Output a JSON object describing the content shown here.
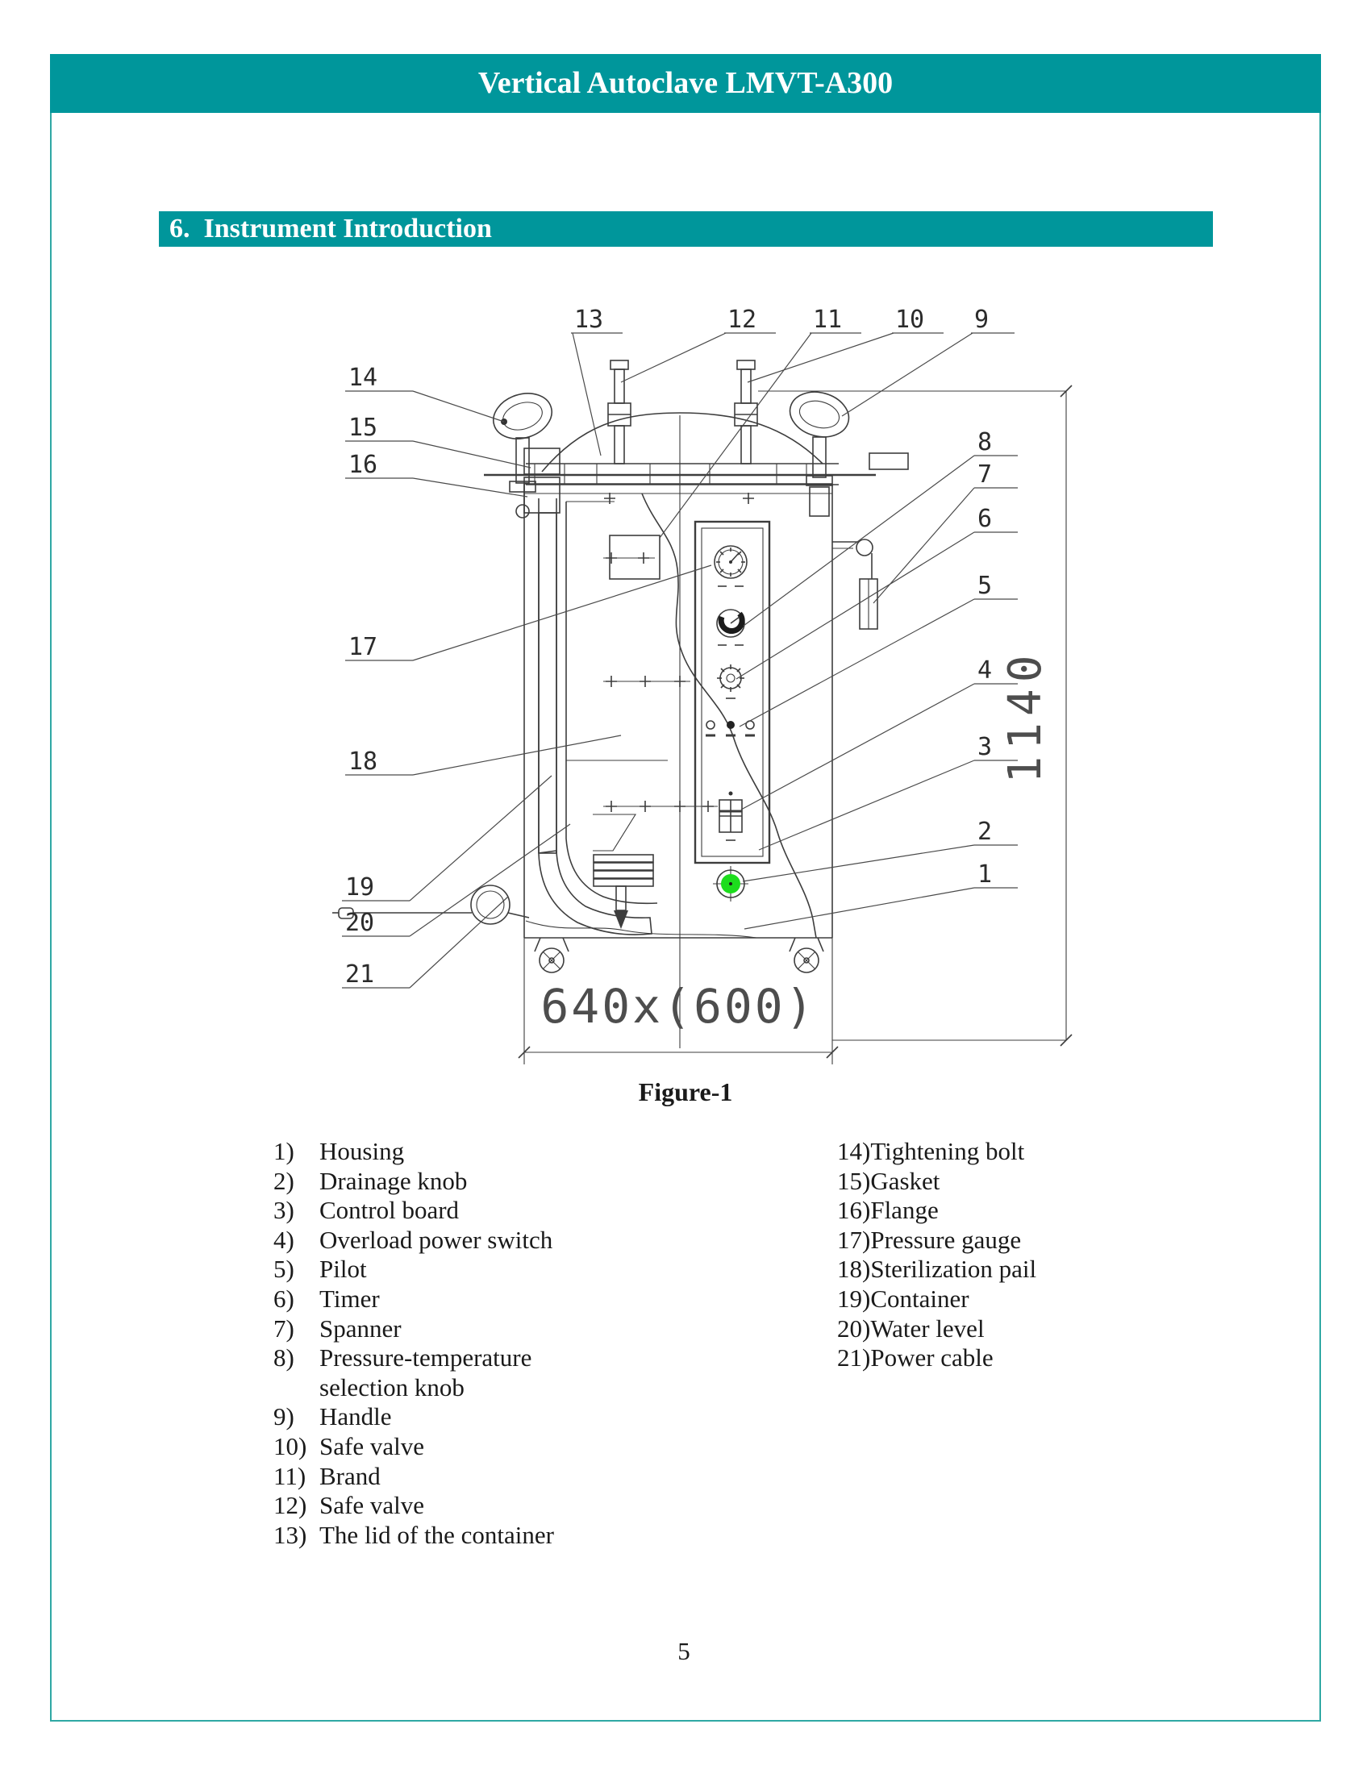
{
  "page": {
    "header_title": "Vertical Autoclave LMVT-A300",
    "section_heading": "6.  Instrument Introduction",
    "figure_caption": "Figure-1",
    "page_number": "5"
  },
  "colors": {
    "teal_bar": "#00969B",
    "page_border": "#2FA8A4",
    "indicator_green": "#1DDD1D",
    "drawing_line": "#3d3d3d"
  },
  "diagram": {
    "dimensions": {
      "height_label": "1140",
      "width_label": "640x(600)"
    },
    "callouts": [
      {
        "n": "1"
      },
      {
        "n": "2"
      },
      {
        "n": "3"
      },
      {
        "n": "4"
      },
      {
        "n": "5"
      },
      {
        "n": "6"
      },
      {
        "n": "7"
      },
      {
        "n": "8"
      },
      {
        "n": "9"
      },
      {
        "n": "10"
      },
      {
        "n": "11"
      },
      {
        "n": "12"
      },
      {
        "n": "13"
      },
      {
        "n": "14"
      },
      {
        "n": "15"
      },
      {
        "n": "16"
      },
      {
        "n": "17"
      },
      {
        "n": "18"
      },
      {
        "n": "19"
      },
      {
        "n": "20"
      },
      {
        "n": "21"
      }
    ]
  },
  "parts_list": {
    "left": [
      {
        "num": "1) ",
        "label": "Housing"
      },
      {
        "num": "2) ",
        "label": "Drainage knob"
      },
      {
        "num": "3) ",
        "label": "Control board"
      },
      {
        "num": "4) ",
        "label": "Overload power switch"
      },
      {
        "num": "5) ",
        "label": "Pilot"
      },
      {
        "num": "6) ",
        "label": "Timer"
      },
      {
        "num": "7) ",
        "label": "Spanner"
      },
      {
        "num": "8) ",
        "label": "Pressure-temperature"
      },
      {
        "num": "",
        "label": "selection knob"
      },
      {
        "num": "9) ",
        "label": "Handle"
      },
      {
        "num": "10)",
        "label": "Safe valve"
      },
      {
        "num": "11)",
        "label": "Brand"
      },
      {
        "num": "12)",
        "label": "Safe valve"
      },
      {
        "num": "13)",
        "label": "The lid of the container"
      }
    ],
    "right": [
      {
        "num": "14)",
        "label": "Tightening bolt"
      },
      {
        "num": "15)",
        "label": "Gasket"
      },
      {
        "num": "16)",
        "label": "Flange"
      },
      {
        "num": "17)",
        "label": "Pressure gauge"
      },
      {
        "num": "18)",
        "label": "Sterilization pail"
      },
      {
        "num": "19)",
        "label": "Container"
      },
      {
        "num": "20)",
        "label": "Water level"
      },
      {
        "num": "21)",
        "label": "Power cable"
      }
    ]
  }
}
